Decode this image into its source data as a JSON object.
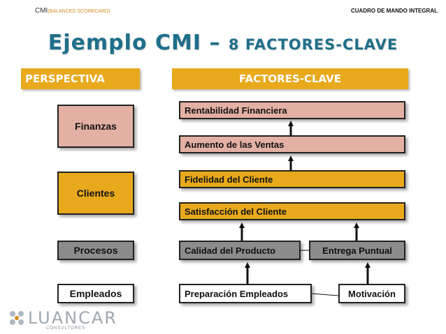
{
  "header": {
    "left_main": "CMI",
    "left_sub": "(BALANCED SCORECARD)",
    "right": "CUADRO DE MANDO INTEGRAL"
  },
  "title": {
    "main": "Ejemplo CMI – ",
    "secondary": "8 FACTORES-CLAVE"
  },
  "columns": {
    "perspectiva": "PERSPECTIVA",
    "factores": "FACTORES-CLAVE"
  },
  "perspectives": [
    {
      "label": "Finanzas",
      "color": "#e3b0a3"
    },
    {
      "label": "Clientes",
      "color": "#e8a91c"
    },
    {
      "label": "Procesos",
      "color": "#8c8c8c"
    },
    {
      "label": "Empleados",
      "color": "#ffffff"
    }
  ],
  "factors": {
    "rentabilidad": "Rentabilidad Financiera",
    "ventas": "Aumento de las Ventas",
    "fidelidad": "Fidelidad del Cliente",
    "satisfaccion": "Satisfacción del Cliente",
    "calidad": "Calidad del Producto",
    "entrega": "Entrega Puntual",
    "preparacion": "Preparación Empleados",
    "motivacion": "Motivación"
  },
  "logo": {
    "name": "LUANCAR",
    "subtitle": "CONSULTORES"
  }
}
